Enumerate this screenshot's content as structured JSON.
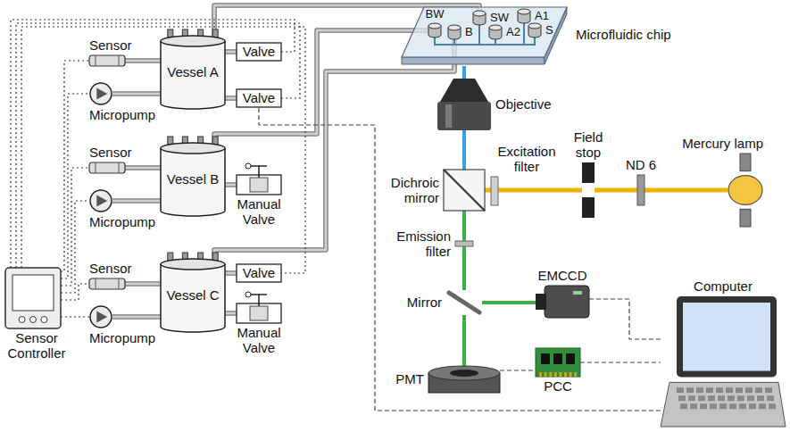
{
  "diagram": {
    "nodes": [
      {
        "text": [
          "Sensor"
        ]
      },
      {
        "text": [
          "Micropump"
        ]
      },
      {
        "text": [
          "Vessel A"
        ]
      },
      {
        "text": [
          "Valve"
        ]
      },
      {
        "text": [
          "Valve"
        ]
      },
      {
        "text": [
          "Sensor"
        ]
      },
      {
        "text": [
          "Micropump"
        ]
      },
      {
        "text": [
          "Vessel B"
        ]
      },
      {
        "text": [
          "Manual Valve"
        ]
      },
      {
        "text": [
          "Sensor"
        ]
      },
      {
        "text": [
          "Micropump"
        ]
      },
      {
        "text": [
          "Vessel C"
        ]
      },
      {
        "text": [
          "Valve"
        ]
      },
      {
        "text": [
          "Manual Valve"
        ]
      },
      {
        "text": [
          "Sensor Controller"
        ]
      },
      {
        "text": [
          "Microfluidic chip"
        ]
      },
      {
        "text": [
          "SW"
        ],
        "in": 15
      },
      {
        "text": [
          "A1"
        ],
        "in": 15
      },
      {
        "text": [
          "BW"
        ],
        "in": 15
      },
      {
        "text": [
          "B"
        ],
        "in": 15
      },
      {
        "text": [
          "A2"
        ],
        "in": 15
      },
      {
        "text": [
          "S"
        ],
        "in": 15
      },
      {
        "text": [
          "Objective"
        ]
      },
      {
        "text": [
          "Dichroic mirror"
        ]
      },
      {
        "text": [
          "Excitation filter"
        ]
      },
      {
        "text": [
          "Field stop"
        ]
      },
      {
        "text": [
          "ND 6"
        ]
      },
      {
        "text": [
          "Mercury lamp"
        ]
      },
      {
        "text": [
          "Emission filter"
        ]
      },
      {
        "text": [
          "Mirror"
        ]
      },
      {
        "text": [
          "EMCCD"
        ]
      },
      {
        "text": [
          "PMT"
        ]
      },
      {
        "text": [
          "PCC"
        ]
      },
      {
        "text": [
          "Computer"
        ]
      }
    ],
    "edges": [
      {
        "from": 0,
        "to": 2,
        "arrow": "none"
      },
      {
        "from": 1,
        "to": 2,
        "arrow": "none"
      },
      {
        "from": 2,
        "to": 3,
        "arrow": "none"
      },
      {
        "from": 2,
        "to": 4,
        "arrow": "none"
      },
      {
        "from": 2,
        "to": 16,
        "arrow": "none"
      },
      {
        "from": 5,
        "to": 7,
        "arrow": "none"
      },
      {
        "from": 6,
        "to": 7,
        "arrow": "none"
      },
      {
        "from": 7,
        "to": 8,
        "arrow": "none"
      },
      {
        "from": 7,
        "to": 18,
        "arrow": "none"
      },
      {
        "from": 9,
        "to": 11,
        "arrow": "none"
      },
      {
        "from": 10,
        "to": 11,
        "arrow": "none"
      },
      {
        "from": 11,
        "to": 12,
        "arrow": "none"
      },
      {
        "from": 11,
        "to": 13,
        "arrow": "none"
      },
      {
        "from": 11,
        "to": 19,
        "arrow": "none"
      },
      {
        "from": 14,
        "to": 0,
        "arrow": "none"
      },
      {
        "from": 14,
        "to": 1,
        "arrow": "none"
      },
      {
        "from": 14,
        "to": 5,
        "arrow": "none"
      },
      {
        "from": 14,
        "to": 6,
        "arrow": "none"
      },
      {
        "from": 14,
        "to": 9,
        "arrow": "none"
      },
      {
        "from": 14,
        "to": 10,
        "arrow": "none"
      },
      {
        "from": 14,
        "to": 3,
        "arrow": "none"
      },
      {
        "from": 14,
        "to": 4,
        "arrow": "none"
      },
      {
        "from": 14,
        "to": 12,
        "arrow": "none"
      },
      {
        "from": 33,
        "to": 4,
        "arrow": "none"
      },
      {
        "from": 30,
        "to": 33,
        "arrow": "none"
      },
      {
        "from": 32,
        "to": 33,
        "arrow": "none"
      },
      {
        "from": 31,
        "to": 32,
        "arrow": "none"
      },
      {
        "from": 27,
        "to": 26,
        "arrow": "none"
      },
      {
        "from": 26,
        "to": 25,
        "arrow": "none"
      },
      {
        "from": 25,
        "to": 24,
        "arrow": "none"
      },
      {
        "from": 24,
        "to": 23,
        "arrow": "none"
      },
      {
        "from": 23,
        "to": 22,
        "arrow": "none"
      },
      {
        "from": 22,
        "to": 15,
        "arrow": "none"
      },
      {
        "from": 23,
        "to": 28,
        "arrow": "none"
      },
      {
        "from": 28,
        "to": 29,
        "arrow": "none"
      },
      {
        "from": 29,
        "to": 31,
        "arrow": "none"
      },
      {
        "from": 29,
        "to": 30,
        "arrow": "none"
      }
    ]
  }
}
